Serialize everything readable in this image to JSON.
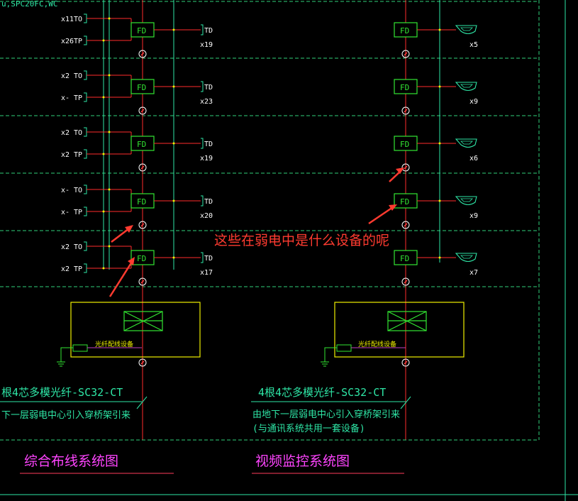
{
  "header_fragment": "u,SPC20FC,WC",
  "colors": {
    "background": "#000000",
    "riser": "#ff2d2d",
    "fd_box": "#32e632",
    "cable_green": "#2ee6a6",
    "dashed_floor": "#2fd07a",
    "yellow_frame": "#f0f000",
    "caption_pink": "#ff44ff",
    "annotation_red": "#ff3b30",
    "text_white": "#ffffff"
  },
  "left_system": {
    "floors": [
      {
        "to_count": "x11",
        "tp_count": "x26",
        "td_count": "x19"
      },
      {
        "to_count": "x2",
        "tp_count": "x-",
        "td_count": "x23"
      },
      {
        "to_count": "x2",
        "tp_count": "x2",
        "td_count": "x19"
      },
      {
        "to_count": "x-",
        "tp_count": "x-",
        "td_count": "x20"
      },
      {
        "to_count": "x2",
        "tp_count": "x2",
        "td_count": "x17"
      }
    ],
    "to_label": "TO",
    "tp_label": "TP",
    "fd_label": "FD",
    "td_label": "TD",
    "box_label": "光纤配线设备",
    "cable_note": "根4芯多模光纤-SC32-CT",
    "route_note": "下一层弱电中心引入穿桥架引来",
    "caption": "综合布线系统图"
  },
  "right_system": {
    "floors": [
      {
        "cam_count": "x5"
      },
      {
        "cam_count": "x9"
      },
      {
        "cam_count": "x6"
      },
      {
        "cam_count": "x9"
      },
      {
        "cam_count": "x7"
      }
    ],
    "fd_label": "FD",
    "box_label": "光纤配线设备",
    "cable_note": "4根4芯多模光纤-SC32-CT",
    "route_note_1": "由地下一层弱电中心引入穿桥架引来",
    "route_note_2": "(与通讯系统共用一套设备)",
    "caption": "视频监控系统图"
  },
  "annotation": {
    "question": "这些在弱电中是什么设备的呢"
  }
}
